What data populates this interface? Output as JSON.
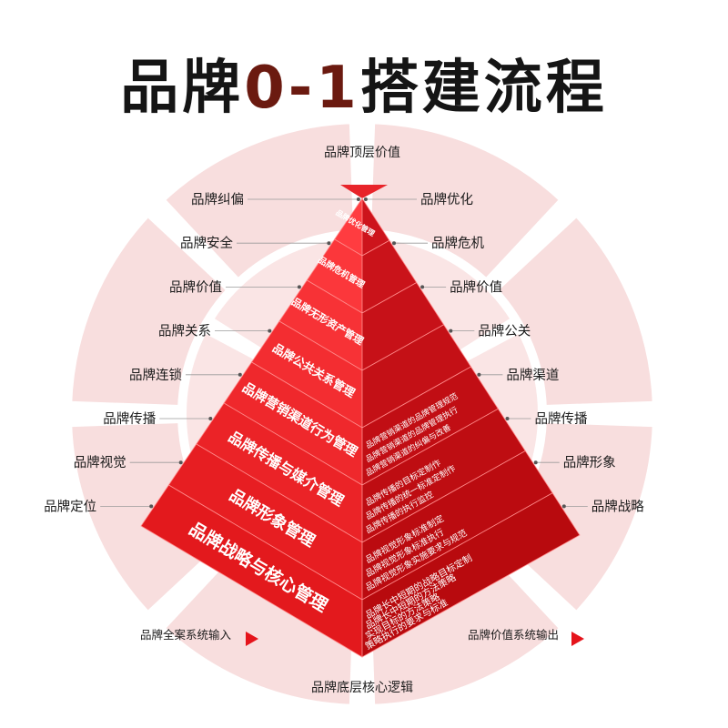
{
  "title": {
    "lead": "品牌",
    "num": "0-1",
    "tail": "搭建流程"
  },
  "top_label": "品牌顶层价值",
  "bottom_label": "品牌底层核心逻辑",
  "input_label": "品牌全案系统输入",
  "output_label": "品牌价值系统输出",
  "left_items": [
    "品牌纠偏",
    "品牌安全",
    "品牌价值",
    "品牌关系",
    "品牌连锁",
    "品牌传播",
    "品牌视觉",
    "品牌定位"
  ],
  "right_items": [
    "品牌优化",
    "品牌危机",
    "品牌价值",
    "品牌公关",
    "品牌渠道",
    "品牌传播",
    "品牌形象",
    "品牌战略"
  ],
  "layers": [
    {
      "name": "品牌优化管理",
      "details": []
    },
    {
      "name": "品牌危机管理",
      "details": []
    },
    {
      "name": "品牌无形资产管理",
      "details": []
    },
    {
      "name": "品牌公共关系管理",
      "details": []
    },
    {
      "name": "品牌营销渠道行为管理",
      "details": [
        "品牌营销渠道的品牌管理规范",
        "品牌营销渠道的品牌管理执行",
        "品牌营销渠道的纠偏与改善"
      ]
    },
    {
      "name": "品牌传播与媒介管理",
      "details": [
        "品牌传播的目标定制作",
        "品牌传播的统一标准定制作",
        "品牌传播的执行监控"
      ]
    },
    {
      "name": "品牌形象管理",
      "details": [
        "品牌视觉形象标准制定",
        "品牌视觉形象标准执行",
        "品牌视觉形象实施要求与规范"
      ]
    },
    {
      "name": "品牌战略与核心管理",
      "details": [
        "品牌长中短期的战略目标定制",
        "品牌长中短期的方法策略",
        "实现目标的方法策略",
        "策略执行的要求与标准"
      ]
    }
  ],
  "colors": {
    "accent": "#e5141b",
    "ring": "#f6d3d3",
    "title": "#151515"
  }
}
